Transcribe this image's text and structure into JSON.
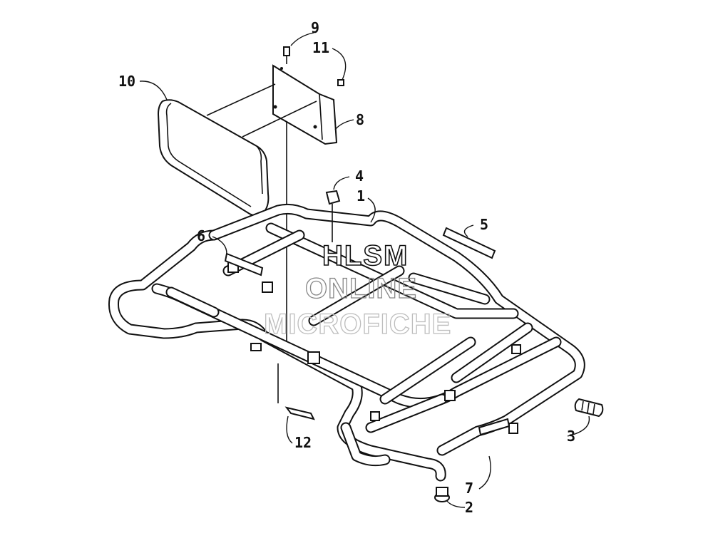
{
  "callouts": [
    {
      "id": "1",
      "label": "1"
    },
    {
      "id": "2",
      "label": "2"
    },
    {
      "id": "3",
      "label": "3"
    },
    {
      "id": "4",
      "label": "4"
    },
    {
      "id": "5",
      "label": "5"
    },
    {
      "id": "6",
      "label": "6"
    },
    {
      "id": "7",
      "label": "7"
    },
    {
      "id": "8",
      "label": "8"
    },
    {
      "id": "9",
      "label": "9"
    },
    {
      "id": "10",
      "label": "10"
    },
    {
      "id": "11",
      "label": "11"
    },
    {
      "id": "12",
      "label": "12"
    }
  ],
  "watermark": {
    "line1": "HLSM",
    "line2": "ONLINE",
    "line3": "MICROFICHE"
  }
}
